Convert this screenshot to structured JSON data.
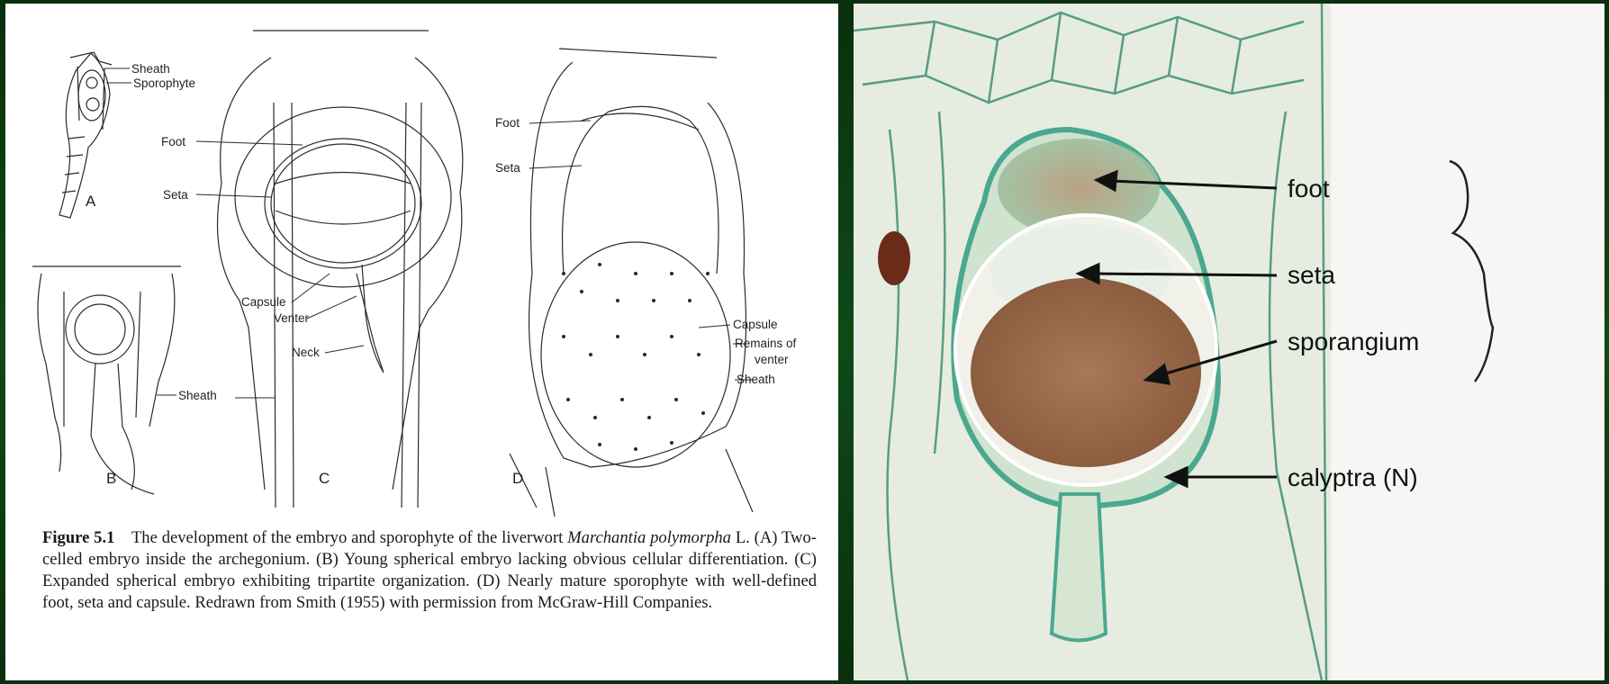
{
  "figure_left": {
    "labels": {
      "A_sheath": "Sheath",
      "A_sporophyte": "Sporophyte",
      "A_letter": "A",
      "B_sheath": "Sheath",
      "B_letter": "B",
      "C_foot": "Foot",
      "C_seta": "Seta",
      "C_capsule": "Capsule",
      "C_venter": "Venter",
      "C_neck": "Neck",
      "C_letter": "C",
      "D_foot": "Foot",
      "D_seta": "Seta",
      "D_capsule": "Capsule",
      "D_remains1": "Remains of",
      "D_remains2": "venter",
      "D_sheath": "Sheath",
      "D_letter": "D"
    },
    "caption": {
      "figure_number": "Figure 5.1",
      "text_1": "The development of the embryo and sporophyte of the liverwort",
      "species": "Marchantia polymorpha",
      "text_2": "L. (A) Two-celled embryo inside the archegonium. (B) Young spherical embryo lacking obvious cellular differentiation. (C) Expanded spherical embryo exhibiting tripartite organization. (D) Nearly mature sporophyte with well-defined foot, seta and capsule. Redrawn from Smith (1955) with permission from McGraw-Hill Companies."
    }
  },
  "figure_right": {
    "labels": {
      "foot": "foot",
      "seta": "seta",
      "sporangium": "sporangium",
      "calyptra": "calyptra (N)"
    },
    "colors": {
      "background": "#f6f6f4",
      "sporangium_fill": "#9a6a48",
      "tissue_green": "#4aa890",
      "cell_wall": "#3d8f7a"
    }
  },
  "colors": {
    "frame_green": "#0d3a12"
  }
}
